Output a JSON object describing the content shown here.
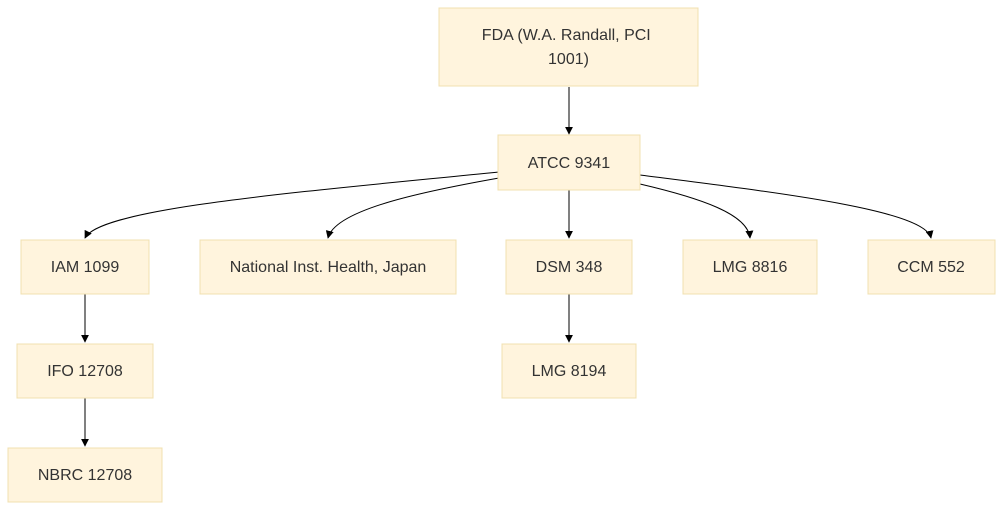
{
  "nodes": {
    "fda": {
      "lines": [
        "FDA (W.A. Randall, PCI",
        "1001)"
      ]
    },
    "atcc": {
      "label": "ATCC 9341"
    },
    "iam": {
      "label": "IAM 1099"
    },
    "nih": {
      "label": "National Inst. Health, Japan"
    },
    "dsm": {
      "label": "DSM 348"
    },
    "lmg8816": {
      "label": "LMG 8816"
    },
    "ccm": {
      "label": "CCM 552"
    },
    "ifo": {
      "label": "IFO 12708"
    },
    "lmg8194": {
      "label": "LMG 8194"
    },
    "nbrc": {
      "label": "NBRC 12708"
    }
  },
  "edges": [
    [
      "fda",
      "atcc"
    ],
    [
      "atcc",
      "iam"
    ],
    [
      "atcc",
      "nih"
    ],
    [
      "atcc",
      "dsm"
    ],
    [
      "atcc",
      "lmg8816"
    ],
    [
      "atcc",
      "ccm"
    ],
    [
      "iam",
      "ifo"
    ],
    [
      "ifo",
      "nbrc"
    ],
    [
      "dsm",
      "lmg8194"
    ]
  ],
  "colors": {
    "node_fill": "#fff4dd",
    "node_stroke": "#f0e0b0",
    "text": "#333333",
    "edge": "#000000"
  }
}
